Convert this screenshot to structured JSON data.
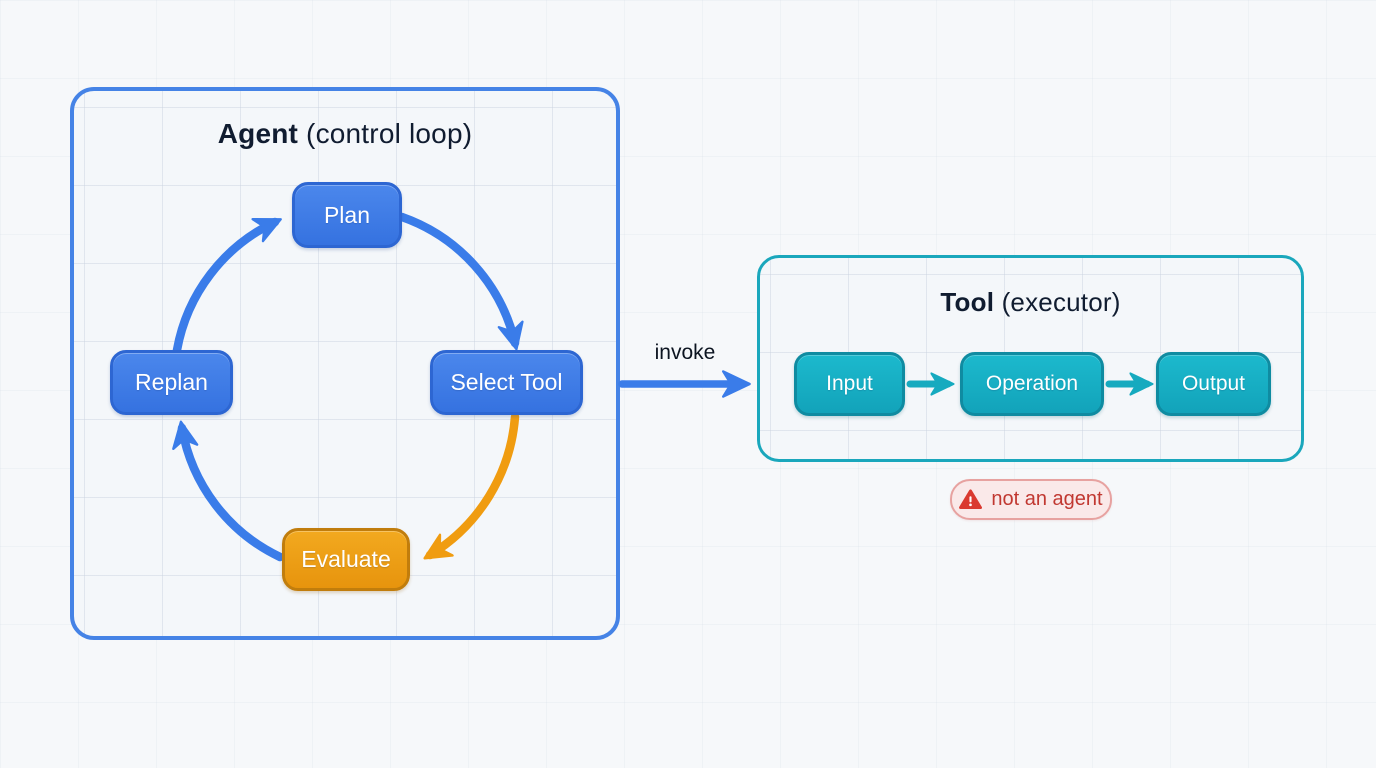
{
  "agent_panel": {
    "title_bold": "Agent",
    "title_rest": " (control loop)",
    "nodes": {
      "plan": "Plan",
      "select_tool": "Select Tool",
      "evaluate": "Evaluate",
      "replan": "Replan"
    }
  },
  "connector": {
    "label": "invoke"
  },
  "tool_panel": {
    "title_bold": "Tool",
    "title_rest": " (executor)",
    "nodes": {
      "input": "Input",
      "operation": "Operation",
      "output": "Output"
    }
  },
  "badge": {
    "label": "not an agent",
    "icon": "warning-triangle-icon"
  },
  "colors": {
    "background": "#f6f8fa",
    "agent_panel_border": "#4583e6",
    "blue_node_fill": "#3d7ce8",
    "blue_node_border": "#2d66d2",
    "blue_edge": "#3a7ce9",
    "orange_node_fill": "#eea019",
    "orange_node_border": "#c17d0c",
    "orange_edge": "#f09c10",
    "tool_panel_border": "#1aa7bc",
    "teal_node_fill": "#17b1c5",
    "teal_node_border": "#0f8ba1",
    "teal_edge": "#16aabf",
    "title_text": "#101c30",
    "invoke_text": "#0c1420",
    "badge_bg": "#fae9e9",
    "badge_border": "#e7a2a0",
    "badge_text": "#c13831",
    "badge_icon": "#da3a30",
    "node_text": "#ffffff"
  }
}
